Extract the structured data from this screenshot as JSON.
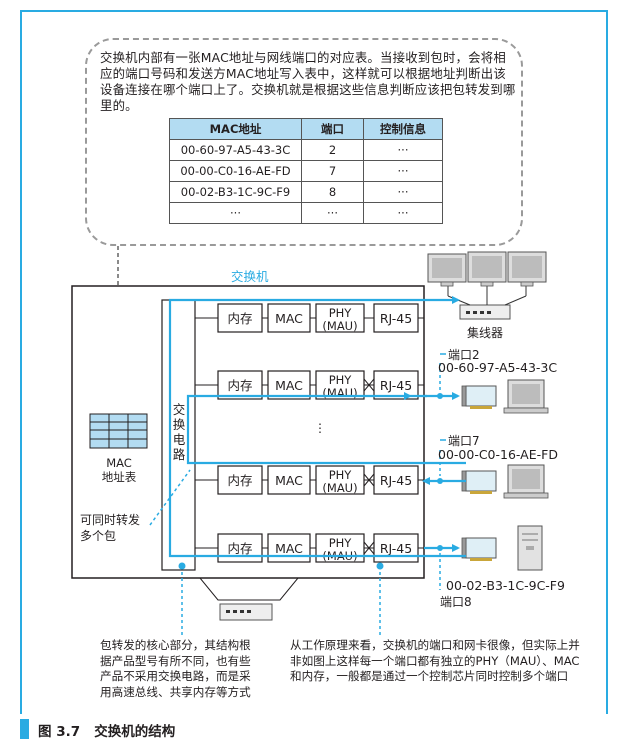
{
  "callout": {
    "text": "交换机内部有一张MAC地址与网线端口的对应表。当接收到包时，会将相应的端口号码和发送方MAC地址写入表中，这样就可以根据地址判断出该设备连接在哪个端口上了。交换机就是根据这些信息判断应该把包转发到哪里的。"
  },
  "table": {
    "headers": [
      "MAC地址",
      "端口",
      "控制信息"
    ],
    "rows": [
      [
        "00-60-97-A5-43-3C",
        "2",
        "···"
      ],
      [
        "00-00-C0-16-AE-FD",
        "7",
        "···"
      ],
      [
        "00-02-B3-1C-9C-F9",
        "8",
        "···"
      ],
      [
        "···",
        "···",
        "···"
      ]
    ]
  },
  "switch_label": "交换机",
  "switch_circuit_label": "交换电路",
  "mac_table_label": "MAC\n地址表",
  "concurrent_label": "可同时转发\n多个包",
  "module_labels": {
    "memory": "内存",
    "mac": "MAC",
    "phy": "PHY",
    "mau": "(MAU)",
    "rj45": "RJ-45"
  },
  "ellipsis_vertical": "⋮",
  "hub_label": "集线器",
  "ports": [
    {
      "port": "端口2",
      "mac": "00-60-97-A5-43-3C"
    },
    {
      "port": "端口7",
      "mac": "00-00-C0-16-AE-FD"
    },
    {
      "port": "端口8",
      "mac": "00-02-B3-1C-9C-F9"
    }
  ],
  "note_left": "包转发的核心部分，其结构根据产品型号有所不同，也有些产品不采用交换电路，而是采用高速总线、共享内存等方式",
  "note_right": "从工作原理来看，交换机的端口和网卡很像，但实际上并非如图上这样每一个端口都有独立的PHY（MAU）、MAC和内存，一般都是通过一个控制芯片同时控制多个端口",
  "caption": {
    "number": "图 3.7",
    "title": "交换机的结构"
  },
  "colors": {
    "accent": "#29abe2",
    "header_fill": "#b3dcf2"
  }
}
